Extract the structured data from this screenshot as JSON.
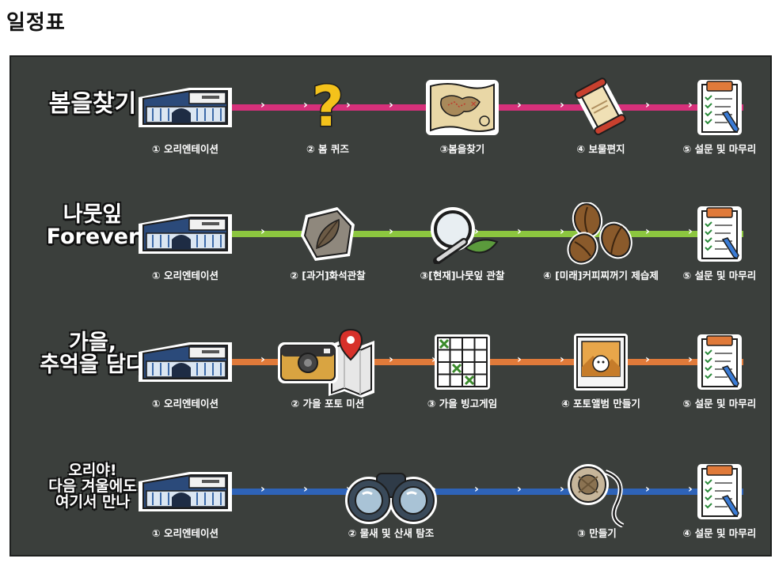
{
  "page_title": "일정표",
  "colors": {
    "board": "#3b3f3c",
    "row1": "#d6307a",
    "row2": "#8cc63f",
    "row3": "#e07a3a",
    "row4": "#2e63b8"
  },
  "rows": [
    {
      "title": "봄을찾기",
      "steps": [
        {
          "icon": "building-icon",
          "label": "① 오리엔테이션"
        },
        {
          "icon": "question-mark-icon",
          "label": "② 봄 퀴즈"
        },
        {
          "icon": "treasure-map-icon",
          "label": "③봄을찾기"
        },
        {
          "icon": "scroll-icon",
          "label": "④ 보물편지"
        },
        {
          "icon": "survey-clipboard-icon",
          "label": "⑤ 설문 및 마무리"
        }
      ]
    },
    {
      "title": "나뭇잎\nForever",
      "steps": [
        {
          "icon": "building-icon",
          "label": "① 오리엔테이션"
        },
        {
          "icon": "fossil-leaf-icon",
          "label": "② [과거]화석관찰"
        },
        {
          "icon": "magnifier-leaf-icon",
          "label": "③[현재]나뭇잎 관찰"
        },
        {
          "icon": "coffee-beans-icon",
          "label": "④ [미래]커피찌꺼기 제습제"
        },
        {
          "icon": "survey-clipboard-icon",
          "label": "⑤ 설문 및 마무리"
        }
      ]
    },
    {
      "title": "가을,\n추억을 담다",
      "steps": [
        {
          "icon": "building-icon",
          "label": "① 오리엔테이션"
        },
        {
          "icon": "camera-map-icon",
          "label": "② 가을 포토 미션"
        },
        {
          "icon": "bingo-grid-icon",
          "label": "③ 가을 빙고게임"
        },
        {
          "icon": "photo-frame-icon",
          "label": "④ 포토앨범 만들기"
        },
        {
          "icon": "survey-clipboard-icon",
          "label": "⑤ 설문 및 마무리"
        }
      ]
    },
    {
      "title": "오리야!\n다음 겨울에도\n여기서 만나",
      "steps": [
        {
          "icon": "building-icon",
          "label": "① 오리엔테이션"
        },
        {
          "icon": "binoculars-icon",
          "label": "② 물새 및 산새 탐조"
        },
        {
          "icon": "pinecone-ornament-icon",
          "label": "③ 만들기"
        },
        {
          "icon": "survey-clipboard-icon",
          "label": "④ 설문 및 마무리"
        }
      ]
    }
  ]
}
